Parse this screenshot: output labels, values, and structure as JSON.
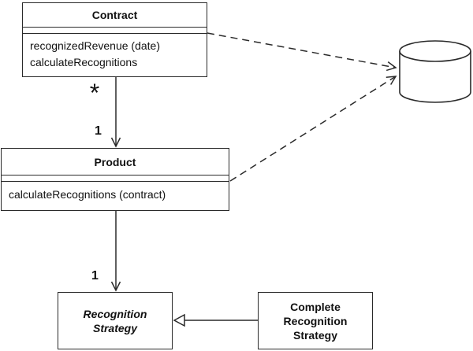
{
  "figure": {
    "type": "uml-class-diagram",
    "background_color": "#ffffff",
    "line_color": "#2a2a2a",
    "text_color": "#111111"
  },
  "classes": {
    "contract": {
      "title": "Contract",
      "members": [
        "recognizedRevenue (date)",
        "calculateRecognitions"
      ]
    },
    "product": {
      "title": "Product",
      "members": [
        "calculateRecognitions (contract)"
      ]
    },
    "recognition_strategy": {
      "lines": [
        "Recognition",
        "Strategy"
      ]
    },
    "complete_recognition_strategy": {
      "lines": [
        "Complete",
        "Recognition",
        "Strategy"
      ]
    }
  },
  "labels": {
    "multiplicity_many": "*",
    "multiplicity_one_contract_product": "1",
    "multiplicity_one_product_strategy": "1"
  },
  "icons": {
    "database": "database-cylinder"
  },
  "relationships": [
    {
      "from": "Contract",
      "to": "Product",
      "type": "association-arrow",
      "source_label": "*",
      "target_label": "1"
    },
    {
      "from": "Product",
      "to": "Recognition Strategy",
      "type": "association-arrow",
      "target_label": "1"
    },
    {
      "from": "Complete Recognition Strategy",
      "to": "Recognition Strategy",
      "type": "generalization"
    },
    {
      "from": "Contract",
      "to": "database-cylinder",
      "type": "dashed-dependency"
    },
    {
      "from": "Product",
      "to": "database-cylinder",
      "type": "dashed-dependency"
    }
  ]
}
